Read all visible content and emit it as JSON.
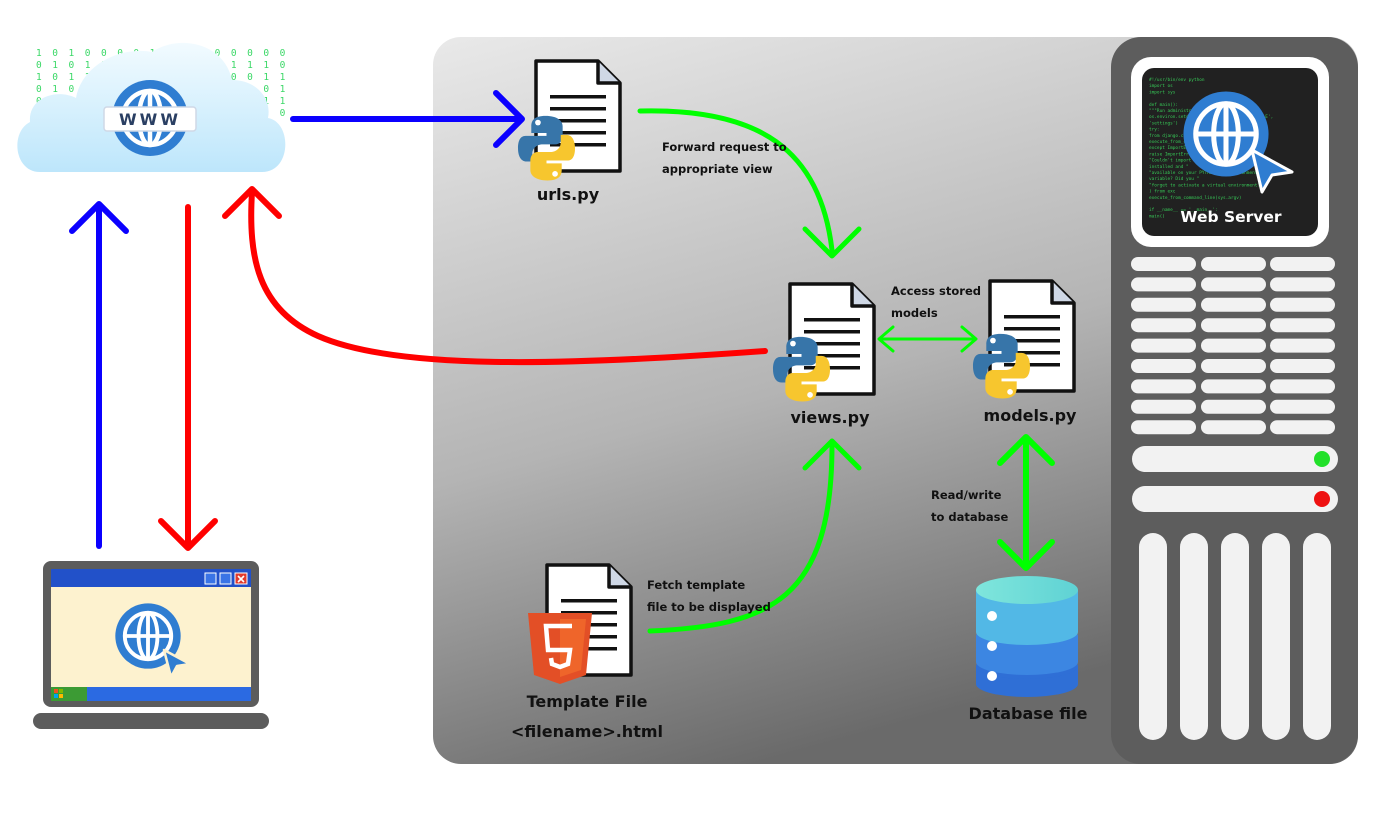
{
  "files": {
    "urls": "urls.py",
    "views": "views.py",
    "models": "models.py",
    "template_line1": "Template File",
    "template_line2": "<filename>.html",
    "database": "Database file"
  },
  "edges": {
    "forward_line1": "Forward request to",
    "forward_line2": "appropriate view",
    "access_line1": "Access stored",
    "access_line2": "models",
    "readwrite_line1": "Read/write",
    "readwrite_line2": "to database",
    "fetch_line1": "Fetch template",
    "fetch_line2": "file to be displayed"
  },
  "server": {
    "title": "Web Server"
  },
  "internet": {
    "badge": "WWW",
    "bits": [
      "1 0 1 0 0 0 0 1 1 0 1 0 0 0 0 0",
      "0 1 0 1 1 1 0 1 0 1 0 1 1 1 1 0",
      "1 0 1 1 0 1 0 1 0 1 0 0 0 0 1 1",
      "0 1 0 0 1 1 0 0 0 1 0 1 0 1 0 1",
      "0 1 1 0 0 0 1 0 1 0 1 0 0 0 1 1",
      "0 0 1 0 1 1 1 0 1 0 1 0 1 0 0 0"
    ]
  },
  "code_lines": [
    "#!/usr/bin/env python",
    "import os",
    "import sys",
    "",
    "def main():",
    "    \"\"\"Run administrative tasks.\"\"\"",
    "    os.environ.setdefault('DJANGO_SETTINGS_MODULE',",
    "'settings')",
    "    try:",
    "        from django.core.management import",
    "execute_from_command_line",
    "    except ImportError as exc:",
    "        raise ImportError(",
    "            \"Couldn't import Django. Are you sure it's",
    "installed and \"",
    "            \"available on your PYTHONPATH environment\"",
    "variable? Did you \"",
    "            \"forget to activate a virtual environment?\"",
    "        ) from exc",
    "    execute_from_command_line(sys.argv)",
    "",
    "if __name__ == '__main__':",
    "    main()"
  ],
  "colors": {
    "request": "#0b00ff",
    "response": "#ff0000",
    "internal": "#00ff00",
    "panel_light": "#e6e6e6",
    "panel_dark": "#6e6e6e",
    "server": "#5e5e5e",
    "led_green": "#22e02a",
    "led_red": "#ee1111",
    "globe": "#2f7dd1"
  }
}
